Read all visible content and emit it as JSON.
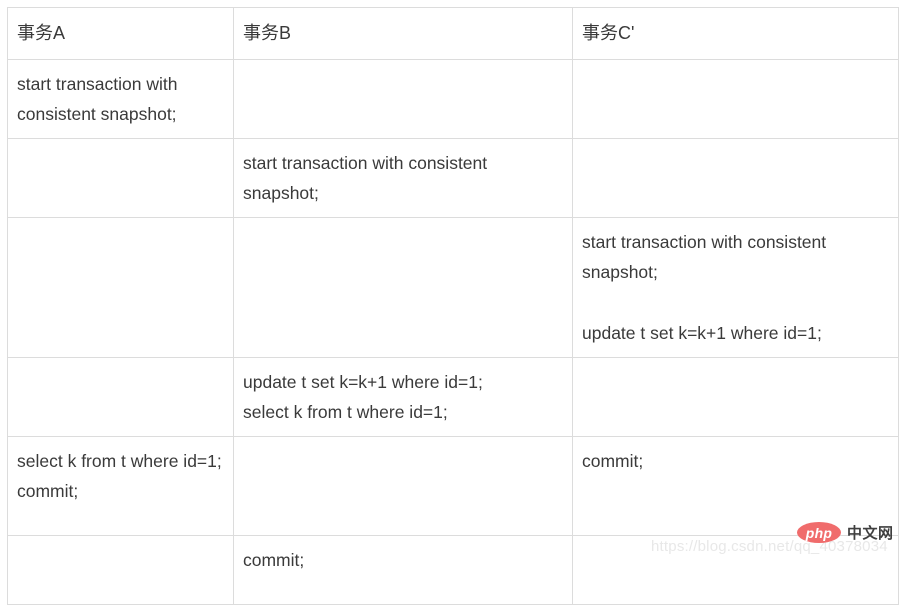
{
  "table": {
    "headers": [
      {
        "label": "事务A"
      },
      {
        "label": "事务B"
      },
      {
        "label": "事务C'"
      }
    ],
    "rows": [
      {
        "a": "start transaction with consistent snapshot;",
        "b": "",
        "c": ""
      },
      {
        "a": "",
        "b": "start transaction with consistent snapshot;",
        "c": ""
      },
      {
        "a": "",
        "b": "",
        "c_para1": "start transaction with consistent snapshot;",
        "c_para2": "update t set k=k+1 where id=1;"
      },
      {
        "a": "",
        "b": "update t set k=k+1 where id=1;\nselect k from t where id=1;",
        "c": ""
      },
      {
        "a": "select k from t where id=1;\ncommit;",
        "b": "",
        "c": "commit;"
      },
      {
        "a": "",
        "b": "commit;",
        "c": ""
      }
    ]
  },
  "watermark": {
    "url": "https://blog.csdn.net/qq_40378034",
    "logo_text": "php",
    "logo_suffix": "中文网",
    "logo_color": "#f06c6c"
  }
}
